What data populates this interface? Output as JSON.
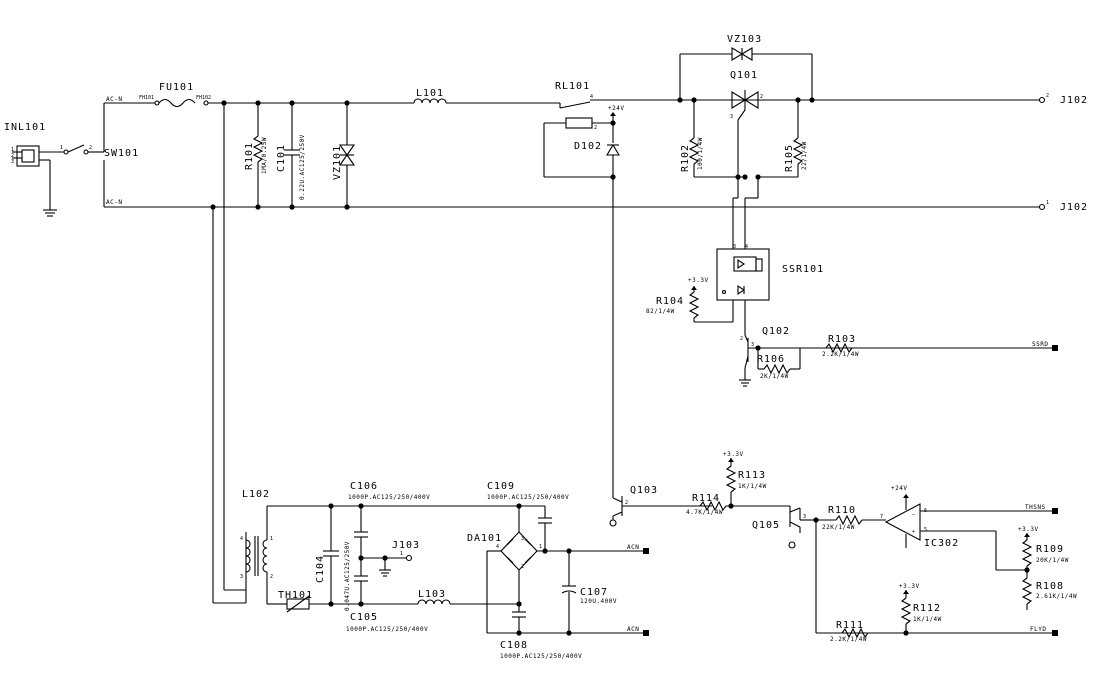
{
  "components": {
    "inl101": {
      "ref": "INL101"
    },
    "sw101": {
      "ref": "SW101"
    },
    "fu101": {
      "ref": "FU101",
      "pin_left": "FH101",
      "pin_right": "FH102"
    },
    "r101": {
      "ref": "R101",
      "value": "1MA/0.25W"
    },
    "c101": {
      "ref": "C101",
      "value": "0.22U.AC125/250V"
    },
    "vz101": {
      "ref": "VZ101"
    },
    "l101": {
      "ref": "L101"
    },
    "rl101": {
      "ref": "RL101"
    },
    "d102": {
      "ref": "D102"
    },
    "vz103": {
      "ref": "VZ103"
    },
    "q101": {
      "ref": "Q101"
    },
    "r102": {
      "ref": "R102",
      "value": "100/1/4W"
    },
    "r105_top": {
      "ref": "R105",
      "value": "22/1/4W"
    },
    "ssr101": {
      "ref": "SSR101"
    },
    "r104": {
      "ref": "R104",
      "value": "82/1/4W"
    },
    "q102": {
      "ref": "Q102"
    },
    "r103": {
      "ref": "R103",
      "value": "2.2K/1/4W"
    },
    "r106": {
      "ref": "R106",
      "value": "2K/1/4W"
    },
    "l102": {
      "ref": "L102"
    },
    "c106": {
      "ref": "C106",
      "value": "1000P.AC125/250/400V"
    },
    "c109": {
      "ref": "C109",
      "value": "1000P.AC125/250/400V"
    },
    "c104": {
      "ref": "C104",
      "value": "0.047U.AC125/250V"
    },
    "j103": {
      "ref": "J103"
    },
    "da101": {
      "ref": "DA101"
    },
    "th101": {
      "ref": "TH101"
    },
    "c105": {
      "ref": "C105",
      "value": "1000P.AC125/250/400V"
    },
    "l103": {
      "ref": "L103"
    },
    "c107": {
      "ref": "C107",
      "value": "120U.400V"
    },
    "c108": {
      "ref": "C108",
      "value": "1000P.AC125/250/400V"
    },
    "q103": {
      "ref": "Q103"
    },
    "r114": {
      "ref": "R114",
      "value": "4.7K/1/4W"
    },
    "r113": {
      "ref": "R113",
      "value": "1K/1/4W"
    },
    "q105": {
      "ref": "Q105"
    },
    "r110": {
      "ref": "R110",
      "value": "22K/1/4W"
    },
    "ic302": {
      "ref": "IC302"
    },
    "r109": {
      "ref": "R109",
      "value": "20K/1/4W"
    },
    "r108": {
      "ref": "R108",
      "value": "2.61K/1/4W"
    },
    "r111": {
      "ref": "R111",
      "value": "2.2K/1/4W"
    },
    "r112": {
      "ref": "R112",
      "value": "1K/1/4W"
    }
  },
  "nets": {
    "ac_n_top": "AC-N",
    "ac_n_bottom": "AC-N",
    "j102_top": "J102",
    "j102_bottom": "J102",
    "j102_pin_top": "2",
    "j102_pin_bottom": "1",
    "acn_out": "ACN",
    "acl_out": "ACN",
    "v24_relay": "+24V",
    "v3_3_r104": "+3.3V",
    "v3_3_r113": "+3.3V",
    "v24_ic": "+24V",
    "v3_3_r109": "+3.3V",
    "v3_3_r112": "+3.3V",
    "ssr_ctrl": "SSRD",
    "thsns": "THSNS",
    "flyd": "FLYD"
  }
}
